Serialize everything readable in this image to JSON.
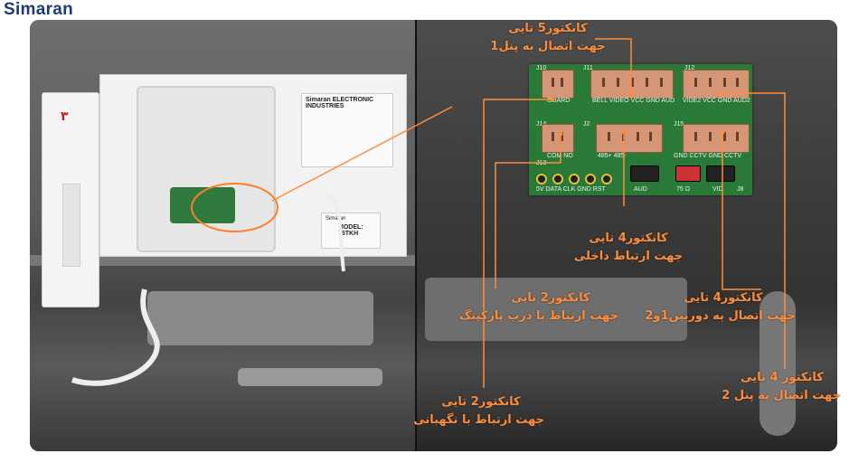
{
  "brand": "Simaran",
  "device": {
    "label_brand": "Simaran ELECTRONIC INDUSTRIES",
    "sticker_brand": "Simaran",
    "model": "MODEL: 76TKH",
    "handset_number": "٣"
  },
  "pcb": {
    "silk": {
      "j10": "J10",
      "j11": "J11",
      "j14": "J14",
      "j13": "J13",
      "j2": "J2",
      "j12": "J12",
      "j15": "J15",
      "guard": "GUARD",
      "panel1": "BELL VIDEO VCC GND AUD",
      "panel2": "VIDE2 VCC GND AUD2",
      "com_no": "COM  NO",
      "internal": "485+ 485-",
      "cam": "GND  CCTV    GND  CCTV",
      "bottom": "5V  DATA CLK GND RST",
      "aud": "AUD",
      "ohm": "75 Ω",
      "vid": "VID",
      "j8": "J8"
    }
  },
  "callouts": {
    "c1": {
      "line1": "کانکتور5 تایی",
      "line2": "جهت اتصال به پنل1"
    },
    "c2": {
      "line1": "کانکتور4 تایی",
      "line2": "جهت ارتباط داخلی"
    },
    "c3": {
      "line1": "کانکتور2 تایی",
      "line2": "جهت ارتباط با درب پارکینگ"
    },
    "c4": {
      "line1": "کانکتور4 تایی",
      "line2": "جهت اتصال به دوربین1و2"
    },
    "c5": {
      "line1": "کانکتور 4 تایی",
      "line2": "جهت اتصال به پنل 2"
    },
    "c6": {
      "line1": "کانکتور2 تایی",
      "line2": "جهت ارتباط با نگهبانی"
    }
  },
  "colors": {
    "accent": "#ff8c3a",
    "brand": "#1f3b73",
    "pcb": "#2a7a37",
    "connector": "#d49676"
  }
}
